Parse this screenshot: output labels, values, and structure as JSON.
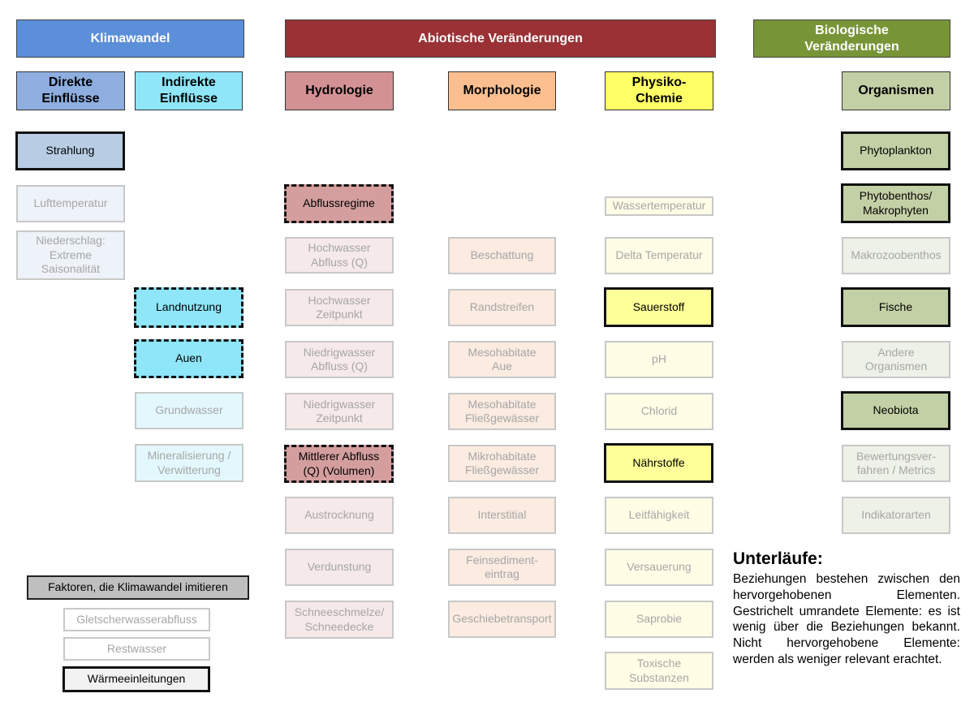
{
  "headers": {
    "klimawandel": "Klimawandel",
    "abiotisch": "Abiotische Veränderungen",
    "biologisch": "Biologische\nVeränderungen"
  },
  "subheaders": {
    "direkte": "Direkte\nEinflüsse",
    "indirekte": "Indirekte\nEinflüsse",
    "hydrologie": "Hydrologie",
    "morphologie": "Morphologie",
    "physiko": "Physiko-\nChemie",
    "organismen": "Organismen"
  },
  "direkte": {
    "strahlung": "Strahlung",
    "lufttemperatur": "Lufttemperatur",
    "niederschlag": "Niederschlag:\nExtreme\nSaisonalität"
  },
  "indirekte": {
    "landnutzung": "Landnutzung",
    "auen": "Auen",
    "grundwasser": "Grundwasser",
    "mineralisierung": "Mineralisierung /\nVerwitterung"
  },
  "hydrologie": {
    "abflussregime": "Abflussregime",
    "hochwasser_abfluss": "Hochwasser\nAbfluss (Q)",
    "hochwasser_zeitpunkt": "Hochwasser\nZeitpunkt",
    "niedrigwasser_abfluss": "Niedrigwasser\nAbfluss (Q)",
    "niedrigwasser_zeitpunkt": "Niedrigwasser\nZeitpunkt",
    "mittlerer_abfluss": "Mittlerer Abfluss\n(Q) (Volumen)",
    "austrocknung": "Austrocknung",
    "verdunstung": "Verdunstung",
    "schneeschmelze": "Schneeschmelze/\nSchneedecke"
  },
  "morphologie": {
    "beschattung": "Beschattung",
    "randstreifen": "Randstreifen",
    "mesohabitate_aue": "Mesohabitate\nAue",
    "mesohabitate_fliess": "Mesohabitate\nFließgewässer",
    "mikrohabitate": "Mikrohabitate\nFließgewässer",
    "interstitial": "Interstitial",
    "feinsediment": "Feinsediment-\neintrag",
    "geschiebe": "Geschiebetransport"
  },
  "physiko": {
    "wassertemperatur": "Wassertemperatur",
    "delta_temperatur": "Delta Temperatur",
    "sauerstoff": "Sauerstoff",
    "ph": "pH",
    "chlorid": "Chlorid",
    "naehrstoffe": "Nährstoffe",
    "leitfaehigkeit": "Leitfähigkeit",
    "versauerung": "Versauerung",
    "saprobie": "Saprobie",
    "toxische": "Toxische\nSubstanzen"
  },
  "organismen": {
    "phytoplankton": "Phytoplankton",
    "phytobenthos": "Phytobenthos/\nMakrophyten",
    "makrozoobenthos": "Makrozoobenthos",
    "fische": "Fische",
    "andere": "Andere\nOrganismen",
    "neobiota": "Neobiota",
    "bewertung": "Bewertungsver-\nfahren / Metrics",
    "indikator": "Indikatorarten"
  },
  "faktoren": {
    "title": "Faktoren, die Klimawandel imitieren",
    "gletscher": "Gletscherwasserabfluss",
    "restwasser": "Restwasser",
    "waerme": "Wärmeeinleitungen"
  },
  "legend": {
    "title": "Unterläufe:",
    "text": "Beziehungen bestehen zwischen den hervorgehobenen Elementen. Gestrichelt umrandete Elemente: es ist wenig über die Beziehungen bekannt. Nicht hervorgehobene Elemente: werden als weniger relevant erachtet."
  },
  "colors": {
    "klimawandel_header": "#5b8fd9",
    "abiotisch_header": "#9a3135",
    "biologisch_header": "#779537",
    "direkte": "#b8cce4",
    "indirekte": "#8ee6f8",
    "hydrologie": "#d49e9e",
    "morphologie": "#fbbf8f",
    "physiko": "#ffff66",
    "organismen": "#c3d0a6"
  }
}
